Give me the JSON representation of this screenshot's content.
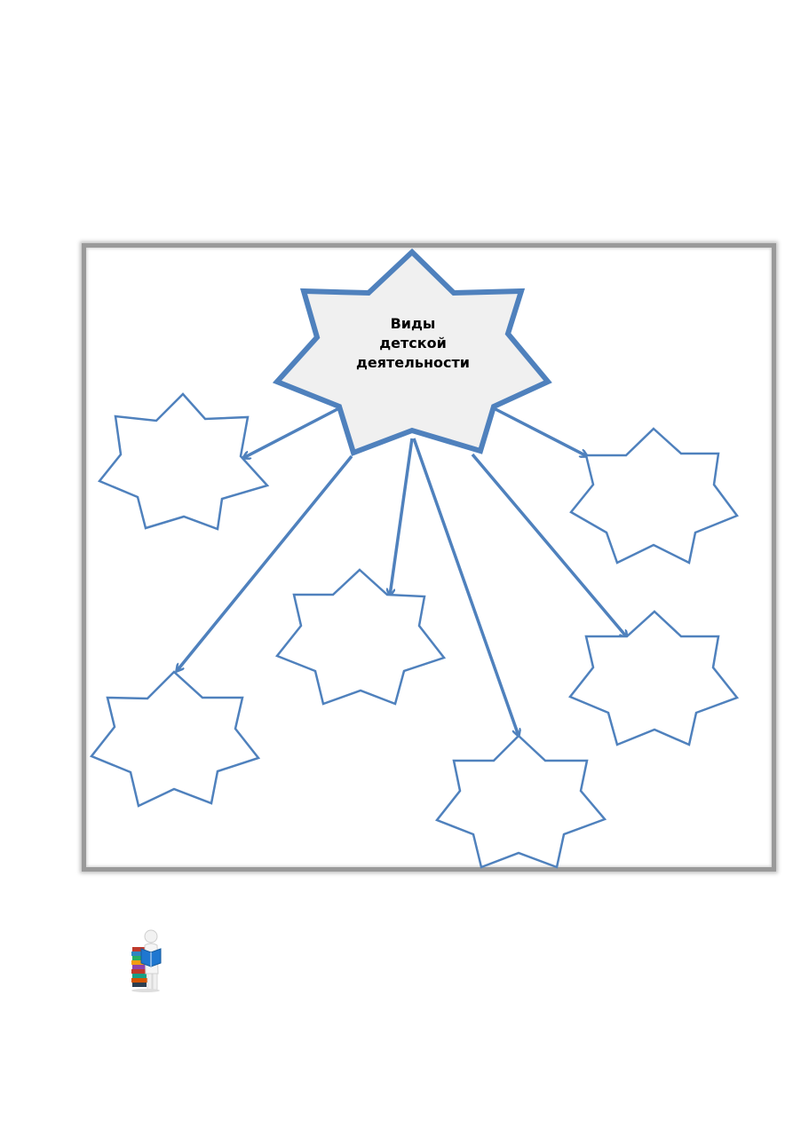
{
  "diagram": {
    "center": {
      "lines": [
        "Виды",
        "детской",
        "деятельности"
      ]
    },
    "satellites": [
      "",
      "",
      "",
      "",
      "",
      ""
    ],
    "colors": {
      "outline": "#4f81bd",
      "center_fill": "#f0f0f0",
      "frame": "#9a9a9a"
    }
  },
  "decoration": {
    "icon": "reading-person-with-books-icon"
  }
}
